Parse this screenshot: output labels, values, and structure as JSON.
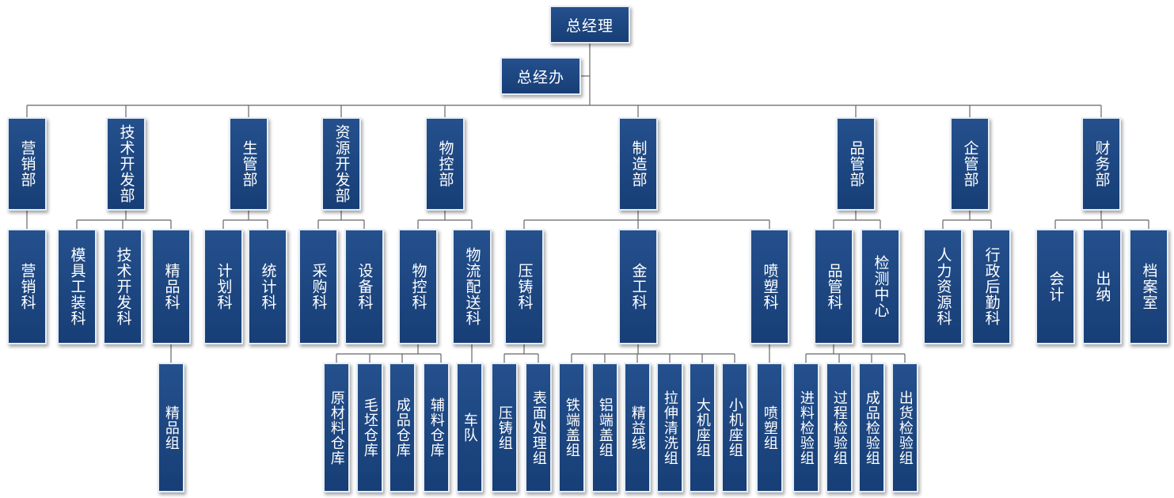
{
  "org": {
    "general_manager": "总经理",
    "gm_office": "总经办",
    "departments": [
      {
        "label": "营销部"
      },
      {
        "label": "技术开发部"
      },
      {
        "label": "生管部"
      },
      {
        "label": "资源开发部"
      },
      {
        "label": "物控部"
      },
      {
        "label": "制造部"
      },
      {
        "label": "品管部"
      },
      {
        "label": "企管部"
      },
      {
        "label": "财务部"
      }
    ],
    "sections": [
      {
        "label": "营销科"
      },
      {
        "label": "模具工装科"
      },
      {
        "label": "技术开发科"
      },
      {
        "label": "精品科"
      },
      {
        "label": "计划科"
      },
      {
        "label": "统计科"
      },
      {
        "label": "采购科"
      },
      {
        "label": "设备科"
      },
      {
        "label": "物控科"
      },
      {
        "label": "物流配送科"
      },
      {
        "label": "压铸科"
      },
      {
        "label": "金工科"
      },
      {
        "label": "喷塑科"
      },
      {
        "label": "品管科"
      },
      {
        "label": "检测中心"
      },
      {
        "label": "人力资源科"
      },
      {
        "label": "行政后勤科"
      },
      {
        "label": "会计"
      },
      {
        "label": "出纳"
      },
      {
        "label": "档案室"
      }
    ],
    "groups": [
      {
        "label": "精品组"
      },
      {
        "label": "原材料仓库"
      },
      {
        "label": "毛坯仓库"
      },
      {
        "label": "成品仓库"
      },
      {
        "label": "辅料仓库"
      },
      {
        "label": "车队"
      },
      {
        "label": "压铸组"
      },
      {
        "label": "表面处理组"
      },
      {
        "label": "铁端盖组"
      },
      {
        "label": "铝端盖组"
      },
      {
        "label": "精益线"
      },
      {
        "label": "拉伸清洗组"
      },
      {
        "label": "大机座组"
      },
      {
        "label": "小机座组"
      },
      {
        "label": "喷塑组"
      },
      {
        "label": "进料检验组"
      },
      {
        "label": "过程检验组"
      },
      {
        "label": "成品检验组"
      },
      {
        "label": "出货检验组"
      }
    ]
  },
  "colors": {
    "box_fill": "#1f4a86",
    "box_border": "#e6edf5",
    "connector": "#666666",
    "text": "#ffffff"
  }
}
